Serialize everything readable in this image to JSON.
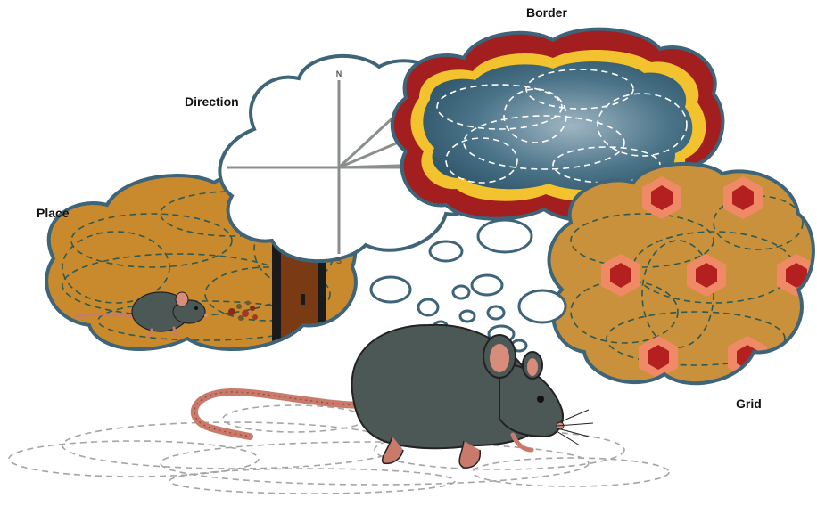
{
  "labels": {
    "place": "Place",
    "direction": "Direction",
    "border": "Border",
    "grid": "Grid"
  },
  "compass": {
    "north": "N",
    "south": "S"
  },
  "colors": {
    "place_field": "#c98a2e",
    "border_field": "#3d6478",
    "border_band_outer": "#a31e1e",
    "border_band_inner": "#f2c32e",
    "grid_field": "#c9913b",
    "grid_node_outer": "#f08a66",
    "grid_node_inner": "#b3201f",
    "cloud_outline": "#3d6478",
    "path_dash": "#2e5a52",
    "rat_body": "#4c5856",
    "rat_ear": "#d88c7a",
    "rat_tail": "#c97a6a"
  }
}
